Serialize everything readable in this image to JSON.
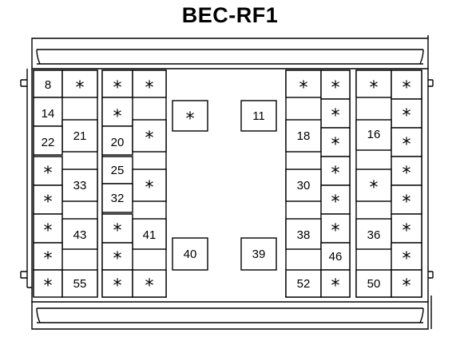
{
  "title": "BEC-RF1",
  "cell_labels": {
    "c8": "8",
    "c8s": "*",
    "c14": "14",
    "c21": "21",
    "c22": "22",
    "c33s1": "*",
    "c33": "33",
    "c33s2": "*",
    "c43s1": "*",
    "c43": "43",
    "c43s2": "*",
    "c55s": "*",
    "c55": "55",
    "l2s1": "*",
    "l2s2": "*",
    "l2s3": "*",
    "c20": "20",
    "c20s": "*",
    "c25": "25",
    "c25s": "*",
    "c32": "32",
    "c41s1": "*",
    "c41": "41",
    "c41s2": "*",
    "l2s4": "*",
    "l2s5": "*",
    "cstar": "*",
    "c40": "40",
    "c11": "11",
    "c39": "39",
    "r1s1": "*",
    "r1s2": "*",
    "r1s3": "*",
    "c18": "18",
    "r1s4": "*",
    "r1s5": "*",
    "c30": "30",
    "r1s6": "*",
    "c38": "38",
    "r1s7": "*",
    "c46": "46",
    "c52": "52",
    "r1s8": "*",
    "r2s1": "*",
    "r2s2": "*",
    "r2s3": "*",
    "c16": "16",
    "r2s4": "*",
    "r2s5": "*",
    "c36s": "*",
    "r2s6": "*",
    "c36": "36",
    "r2s7": "*",
    "r2s8": "*",
    "c50": "50",
    "r2s9": "*"
  }
}
